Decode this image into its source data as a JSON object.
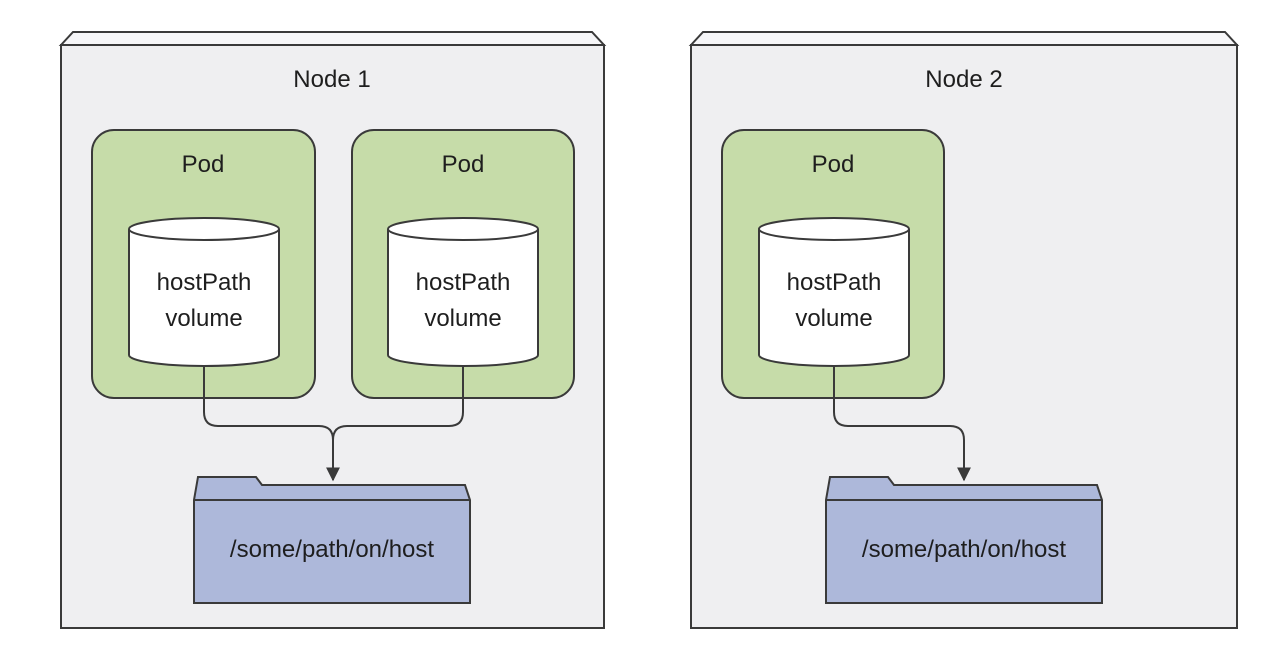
{
  "colors": {
    "page_background": "#ffffff",
    "node_fill": "#efeff1",
    "node_top_fill": "#f6f6f8",
    "border": "#3a3a3a",
    "pod_fill": "#c6dca9",
    "volume_fill": "#ffffff",
    "folder_fill": "#adb8da",
    "text": "#1e1e1e"
  },
  "nodes": [
    {
      "title": "Node 1",
      "pods": [
        {
          "title": "Pod",
          "volume": {
            "line1": "hostPath",
            "line2": "volume"
          }
        },
        {
          "title": "Pod",
          "volume": {
            "line1": "hostPath",
            "line2": "volume"
          }
        }
      ],
      "folder": {
        "path": "/some/path/on/host",
        "icon": "folder-icon"
      }
    },
    {
      "title": "Node 2",
      "pods": [
        {
          "title": "Pod",
          "volume": {
            "line1": "hostPath",
            "line2": "volume"
          }
        }
      ],
      "folder": {
        "path": "/some/path/on/host",
        "icon": "folder-icon"
      }
    }
  ]
}
